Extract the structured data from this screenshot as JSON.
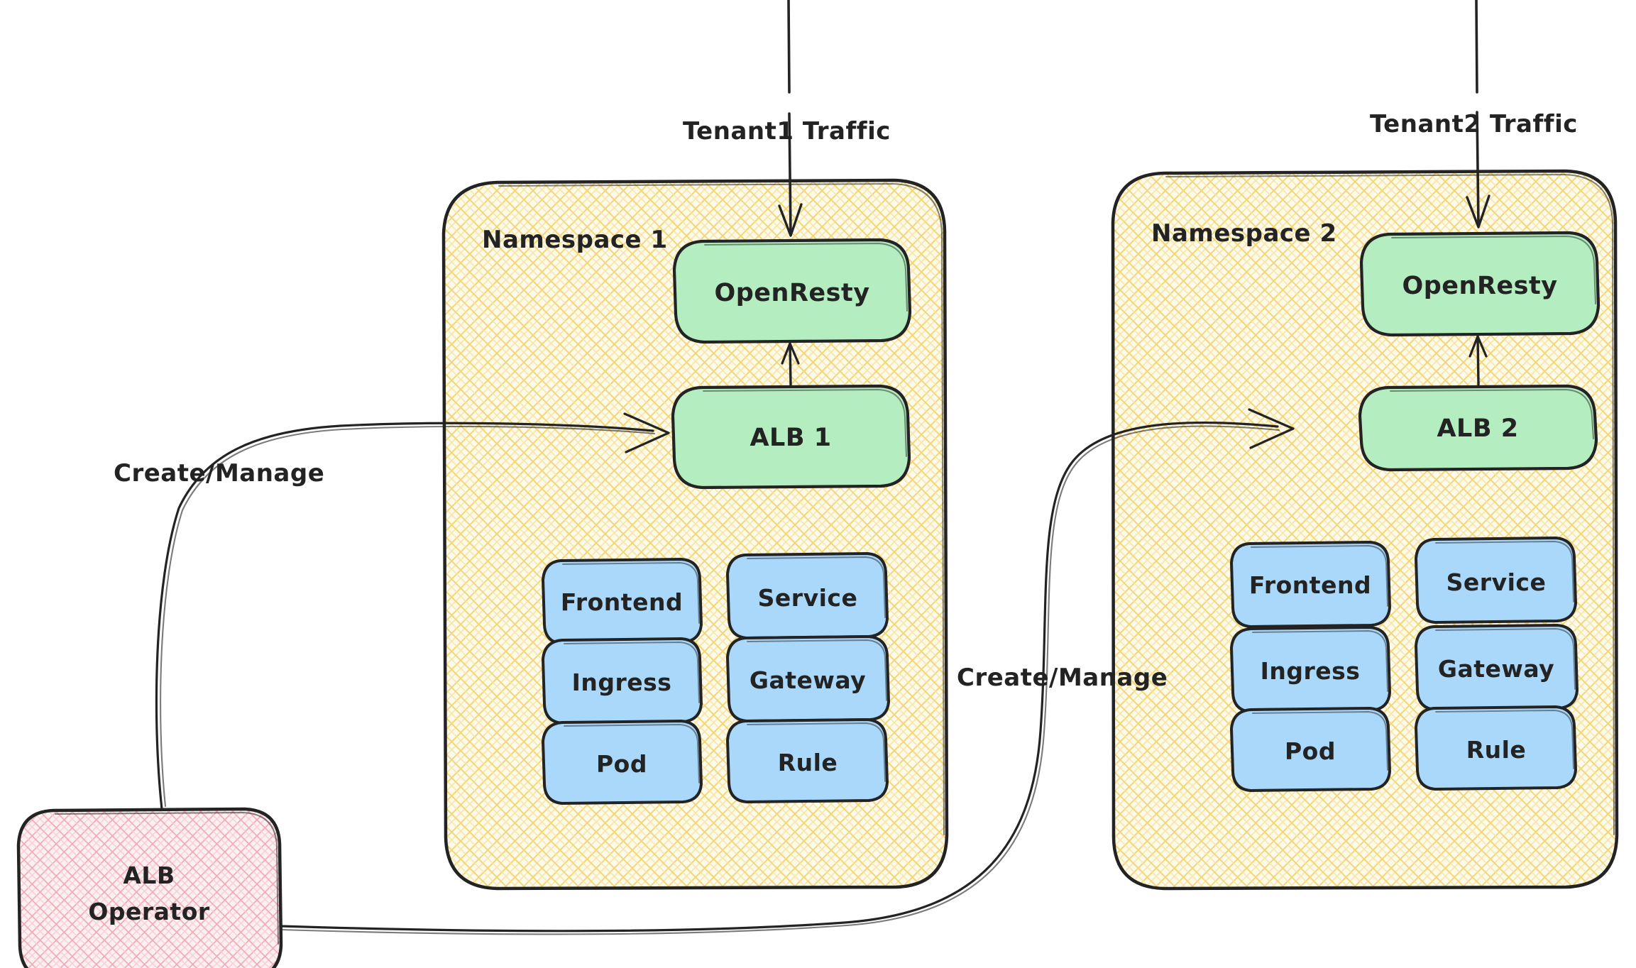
{
  "diagram": {
    "title": "Multi-tenant ALB architecture",
    "background": "#ffffff",
    "ink_color": "#232323",
    "colors": {
      "namespace_fill": "#fdf6cf",
      "namespace_hatch": "#f5d97a",
      "green_fill": "#b4eec0",
      "blue_fill": "#a9d8fa",
      "pink_fill": "#fbdde1",
      "pink_hatch": "#f3b4bd",
      "ink": "#232323"
    }
  },
  "traffic": {
    "tenant1_label": "Tenant1 Traffic",
    "tenant2_label": "Tenant2 Traffic"
  },
  "edges": {
    "create_manage_1": "Create/Manage",
    "create_manage_2": "Create/Manage"
  },
  "operator": {
    "line1": "ALB",
    "line2": "Operator"
  },
  "namespaces": [
    {
      "title": "Namespace 1",
      "gateway": "OpenResty",
      "alb": "ALB 1",
      "resources": [
        "Frontend",
        "Service",
        "Ingress",
        "Gateway",
        "Pod",
        "Rule"
      ]
    },
    {
      "title": "Namespace 2",
      "gateway": "OpenResty",
      "alb": "ALB 2",
      "resources": [
        "Frontend",
        "Service",
        "Ingress",
        "Gateway",
        "Pod",
        "Rule"
      ]
    }
  ]
}
